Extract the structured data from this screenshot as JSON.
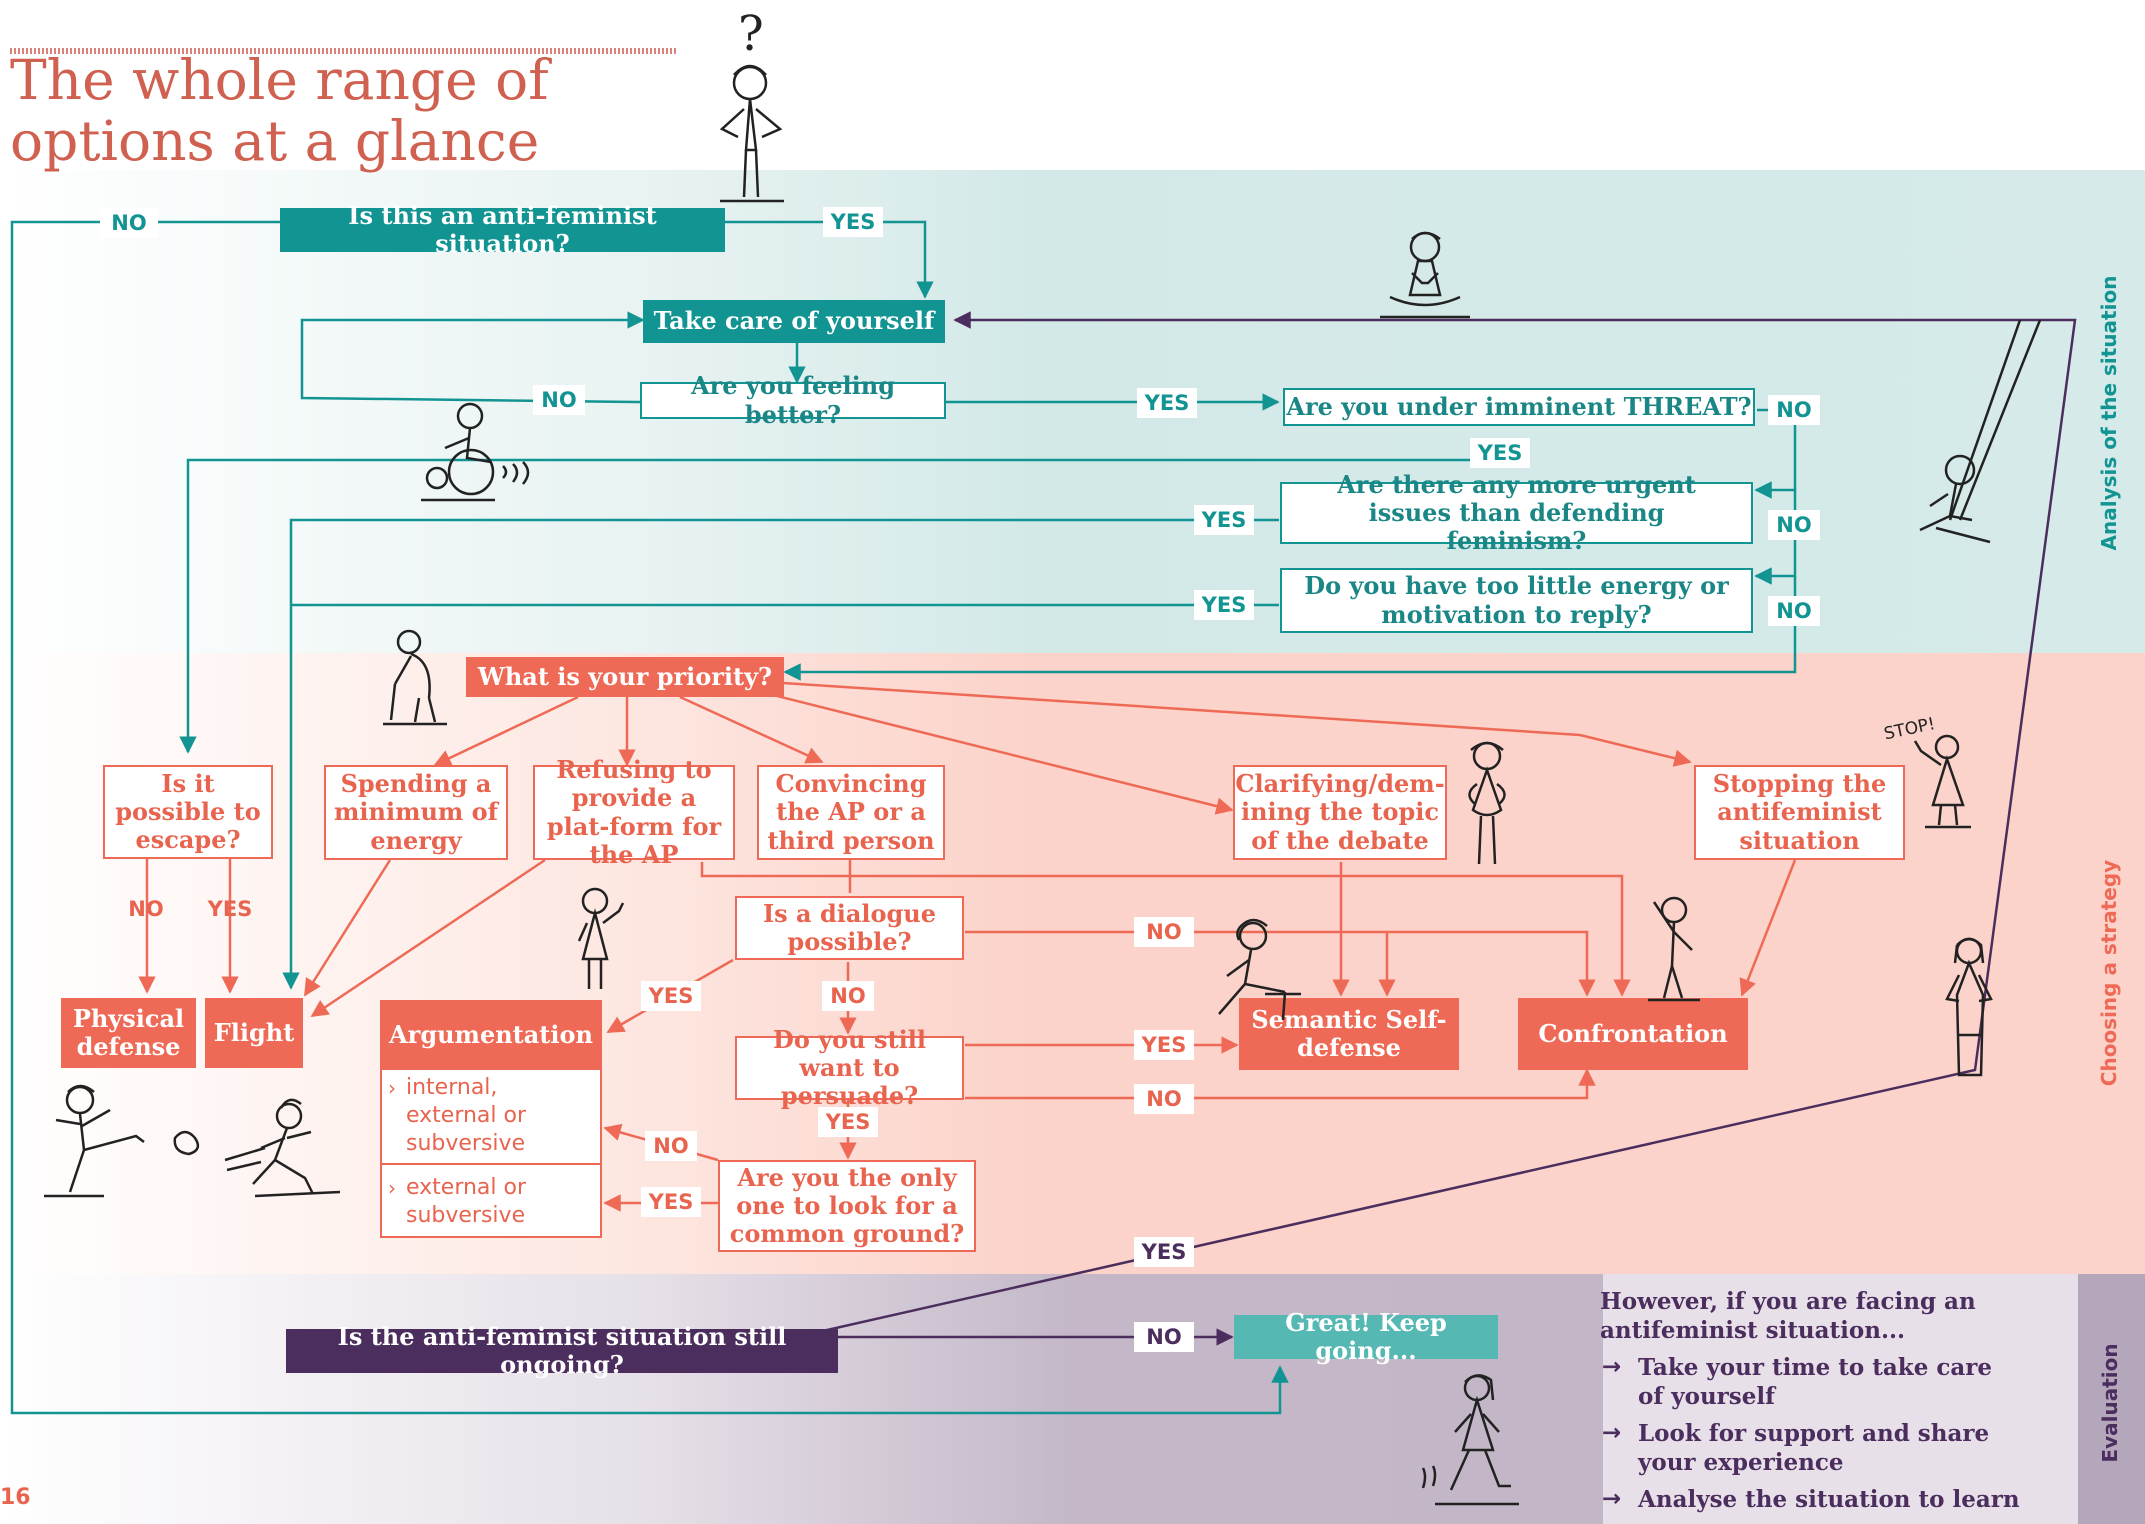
{
  "page": {
    "title_line1": "The whole range of",
    "title_line2": "options at a glance",
    "page_number": "16"
  },
  "colors": {
    "teal": "#129493",
    "salmon": "#ef6a56",
    "purple": "#4b2d5e",
    "light_teal": "#55b8b2",
    "band_teal": "#d5eae9",
    "band_salmon": "#fbd3ca",
    "band_purple": "#c2b6c6"
  },
  "sections": {
    "analysis": "Analysis of the situation",
    "strategy": "Choosing a strategy",
    "evaluation": "Evaluation"
  },
  "nodes": {
    "q_antifeminist": "Is this an anti-feminist situation?",
    "take_care": "Take care of yourself",
    "q_feeling_better": "Are you feeling better?",
    "q_threat": "Are you under imminent THREAT?",
    "q_urgent": "Are there any more urgent issues than defending feminism?",
    "q_energy": "Do you have too little energy or motivation to reply?",
    "q_priority": "What is your priority?",
    "q_escape": "Is it possible to escape?",
    "opt_min_energy": "Spending a minimum of energy",
    "opt_refuse_platform": "Refusing to provide a plat-form for the AP",
    "opt_convince": "Convincing the AP or a third person",
    "opt_clarify": "Clarifying/dem-ining the topic of the debate",
    "opt_stop": "Stopping the antifeminist situation",
    "q_dialogue": "Is a dialogue possible?",
    "q_persuade": "Do you still want to persuade?",
    "q_common_ground": "Are you the only one to look for a common ground?",
    "physical_defense": "Physical defense",
    "flight": "Flight",
    "argumentation": "Argumentation",
    "arg_item1": "internal, external or subversive",
    "arg_item2": "external or subversive",
    "semantic_self_defense": "Semantic Self-defense",
    "confrontation": "Confrontation",
    "q_ongoing": "Is the anti-feminist situation still ongoing?",
    "great": "Great! Keep going..."
  },
  "labels": {
    "no": "NO",
    "yes": "YES"
  },
  "note": {
    "heading": "However, if you are facing an antifeminist situation...",
    "items": [
      "Take your time to take care of yourself",
      "Look for support and share your experience",
      "Analyse the situation to learn"
    ]
  },
  "illustrations": {
    "question_mark": "?",
    "stop_sign": "STOP!"
  }
}
